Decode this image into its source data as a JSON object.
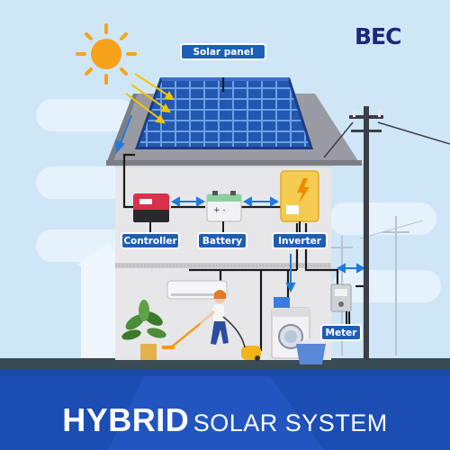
{
  "brand": {
    "logo_text": "BEC"
  },
  "labels": {
    "solar_panel": "Solar panel",
    "controller": "Controller",
    "battery": "Battery",
    "inverter": "Inverter",
    "meter": "Meter"
  },
  "banner": {
    "title_bold": "HYBRID",
    "title_light": "SOLAR SYSTEM"
  },
  "colors": {
    "sky": "#cfe6f7",
    "house": "#e7e7e9",
    "roof": "#9a9aa2",
    "panel": "#1d4a98",
    "label_bg": "#1d5fb4",
    "arrow": "#1f7ae0",
    "inverter": "#f5cb52",
    "controller": "#d8314a",
    "banner": "#1a48a8"
  }
}
